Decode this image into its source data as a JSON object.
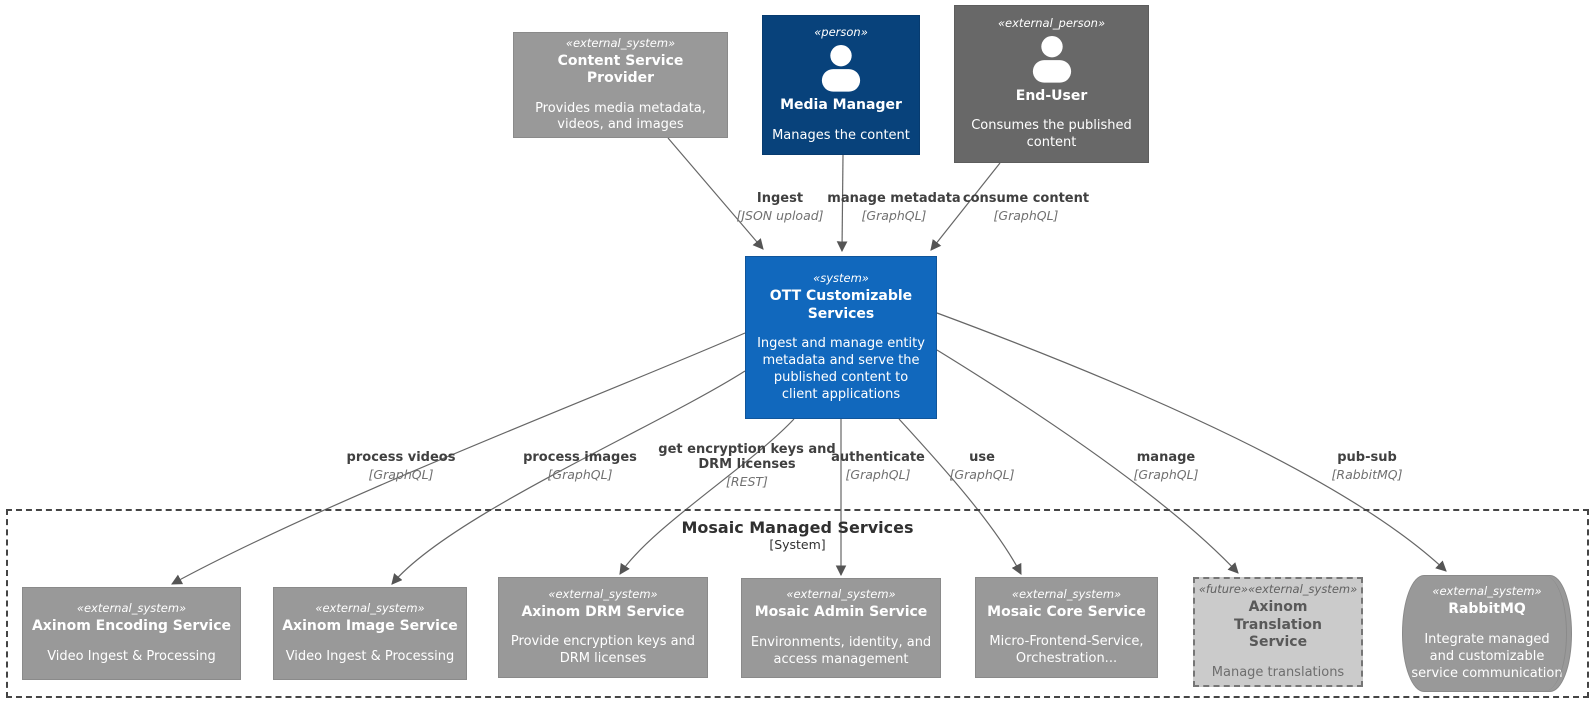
{
  "colors": {
    "person_bg": "#08427B",
    "system_bg": "#1168BD",
    "external_system_bg": "#999999",
    "external_person_bg": "#686868",
    "future_bg": "#CBCBCB",
    "edge_line": "#666666"
  },
  "boundary": {
    "title": "Mosaic Managed Services",
    "subtitle": "[System]"
  },
  "nodes": {
    "csp": {
      "stereotype": "«external_system»",
      "name": "Content Service Provider",
      "description": "Provides media metadata, videos, and images"
    },
    "media_manager": {
      "stereotype": "«person»",
      "name": "Media Manager",
      "description": "Manages the content"
    },
    "end_user": {
      "stereotype": "«external_person»",
      "name": "End-User",
      "description": "Consumes the published content"
    },
    "ott": {
      "stereotype": "«system»",
      "name": "OTT Customizable Services",
      "description": "Ingest and manage entity metadata and serve the published content to client applications"
    },
    "encoding": {
      "stereotype": "«external_system»",
      "name": "Axinom Encoding Service",
      "description": "Video Ingest & Processing"
    },
    "image": {
      "stereotype": "«external_system»",
      "name": "Axinom Image Service",
      "description": "Video Ingest & Processing"
    },
    "drm": {
      "stereotype": "«external_system»",
      "name": "Axinom DRM Service",
      "description": "Provide encryption keys and DRM licenses"
    },
    "admin": {
      "stereotype": "«external_system»",
      "name": "Mosaic Admin Service",
      "description": "Environments, identity, and access management"
    },
    "core": {
      "stereotype": "«external_system»",
      "name": "Mosaic Core Service",
      "description": "Micro-Frontend-Service, Orchestration..."
    },
    "translation": {
      "stereotype": "«future»«external_system»",
      "name": "Axinom Translation Service",
      "description": "Manage translations"
    },
    "rabbitmq": {
      "stereotype": "«external_system»",
      "name": "RabbitMQ",
      "description": "Integrate managed and customizable service communication"
    }
  },
  "edges": {
    "ingest": {
      "label": "Ingest",
      "tech": "[JSON upload]"
    },
    "manage_metadata": {
      "label": "manage metadata",
      "tech": "[GraphQL]"
    },
    "consume_content": {
      "label": "consume content",
      "tech": "[GraphQL]"
    },
    "process_videos": {
      "label": "process videos",
      "tech": "[GraphQL]"
    },
    "process_images": {
      "label": "process images",
      "tech": "[GraphQL]"
    },
    "drm_keys": {
      "label": "get encryption keys and DRM licenses",
      "tech": "[REST]"
    },
    "authenticate": {
      "label": "authenticate",
      "tech": "[GraphQL]"
    },
    "use": {
      "label": "use",
      "tech": "[GraphQL]"
    },
    "manage": {
      "label": "manage",
      "tech": "[GraphQL]"
    },
    "pub_sub": {
      "label": "pub-sub",
      "tech": "[RabbitMQ]"
    }
  }
}
